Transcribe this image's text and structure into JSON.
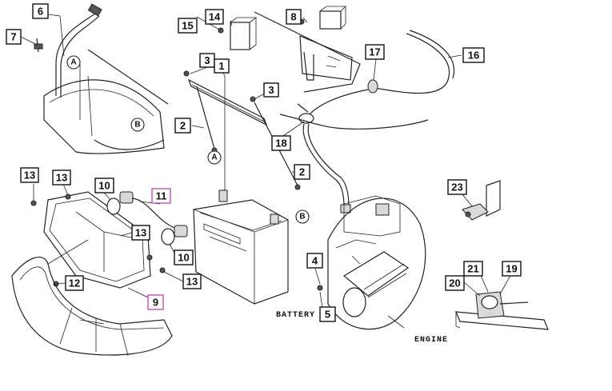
{
  "callouts": {
    "c1": "1",
    "c2a": "2",
    "c2b": "2",
    "c3a": "3",
    "c3b": "3",
    "c4": "4",
    "c5": "5",
    "c6": "6",
    "c7": "7",
    "c8": "8",
    "c9": "9",
    "c10a": "10",
    "c10b": "10",
    "c11": "11",
    "c12": "12",
    "c13a": "13",
    "c13b": "13",
    "c13c": "13",
    "c13d": "13",
    "c14": "14",
    "c15": "15",
    "c16": "16",
    "c17": "17",
    "c18": "18",
    "c19": "19",
    "c20": "20",
    "c21": "21",
    "c23": "23"
  },
  "refs": {
    "a_top": "A",
    "a_bottom": "A",
    "b_top": "B",
    "b_bottom": "B"
  },
  "captions": {
    "battery": "BATTERY",
    "engine": "ENGINE"
  },
  "colors": {
    "line": "#222222",
    "highlight_box": "#c44fb0"
  }
}
